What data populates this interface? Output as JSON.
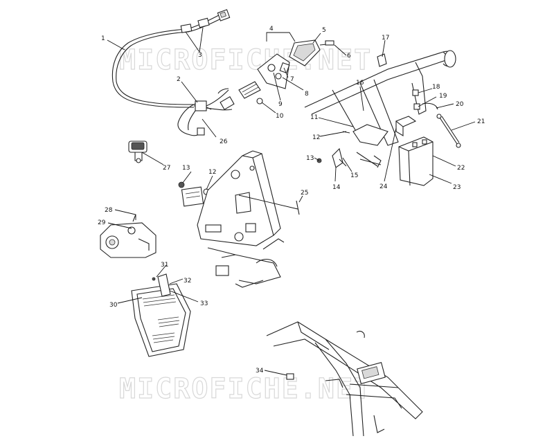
{
  "watermark": "MICROFICHE.NET",
  "callouts": [
    "1",
    "2",
    "3",
    "4",
    "5",
    "6",
    "7",
    "8",
    "9",
    "10",
    "11",
    "12",
    "12",
    "13",
    "13",
    "14",
    "15",
    "16",
    "17",
    "18",
    "19",
    "20",
    "21",
    "22",
    "23",
    "24",
    "25",
    "26",
    "27",
    "28",
    "29",
    "30",
    "31",
    "32",
    "33",
    "34"
  ],
  "colors": {
    "line": "#222222",
    "watermark": "#d8d8d8",
    "background": "#ffffff"
  }
}
